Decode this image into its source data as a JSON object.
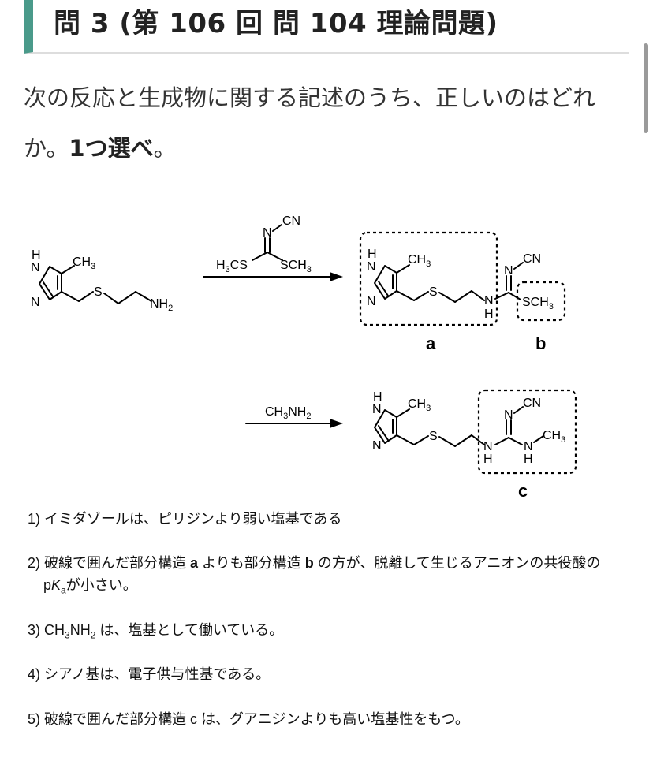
{
  "header": {
    "title": "問 3 (第 106 回 問 104 理論問題)"
  },
  "question": {
    "text": "次の反応と生成物に関する記述のうち、正しいのはどれか。",
    "bold": "1つ選べ",
    "end": "。"
  },
  "scheme": {
    "reagent1": "H3CS C(=N-CN) SCH3",
    "reagent2": "CH3NH2",
    "labels": {
      "a": "a",
      "b": "b",
      "c": "c"
    }
  },
  "choices": {
    "c1": {
      "text": "1) イミダゾールは、ピリジンより弱い塩基である"
    },
    "c2": {
      "pre": "2) 破線で囲んだ部分構造 ",
      "a": "a",
      "mid": " よりも部分構造 ",
      "b": "b",
      "post": " の方が、脱離して生じるアニオンの共役酸の",
      "p": "p",
      "K": "K",
      "ksub": "a",
      "tail": "が小さい。"
    },
    "c3": {
      "pre": "3) CH",
      "s1": "3",
      "mid": "NH",
      "s2": "2",
      "post": " は、塩基として働いている。"
    },
    "c4": {
      "text": "4) シアノ基は、電子供与性基である。"
    },
    "c5": {
      "pre": "5) 破線で囲んだ部分構造 c は、グアニジンよりも高い塩基性をもつ。"
    }
  }
}
